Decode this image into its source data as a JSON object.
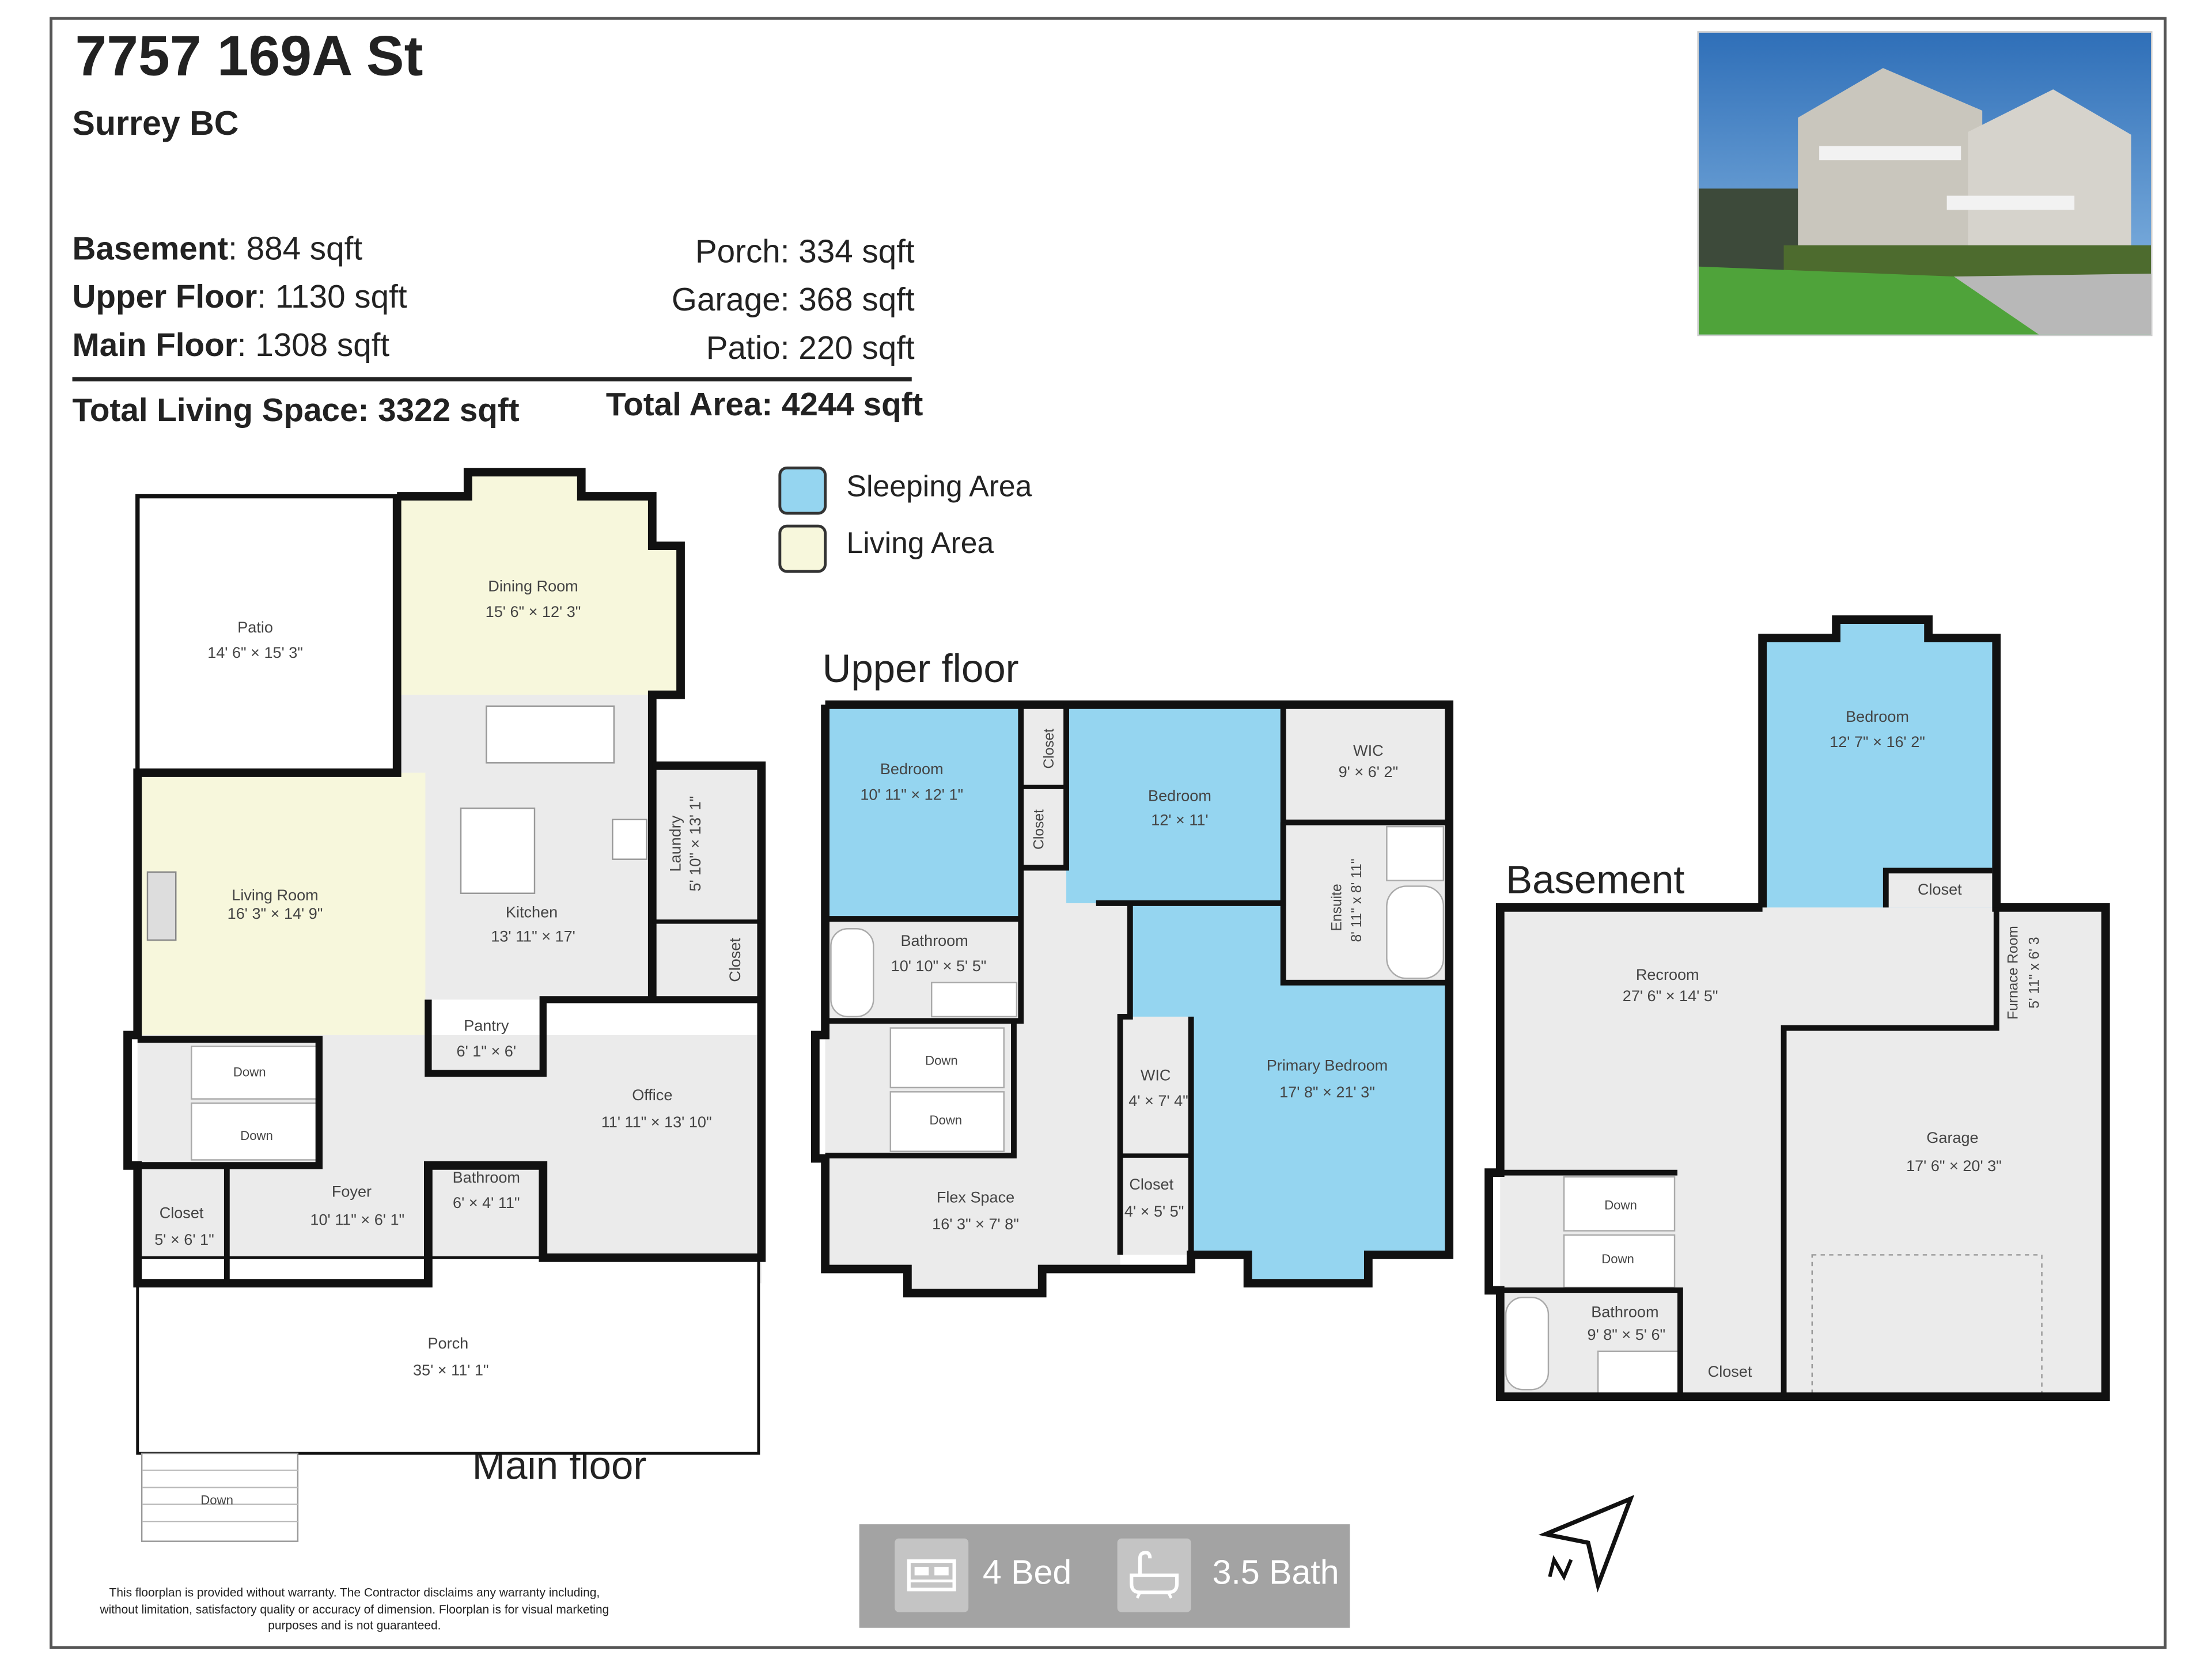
{
  "header": {
    "address": "7757 169A St",
    "city": "Surrey BC"
  },
  "areas": {
    "basement": {
      "label": "Basement",
      "value": ": 884 sqft"
    },
    "upper": {
      "label": "Upper Floor",
      "value": ": 1130 sqft"
    },
    "main": {
      "label": "Main Floor",
      "value": ": 1308 sqft"
    },
    "porch": "Porch: 334 sqft",
    "garage": "Garage: 368 sqft",
    "patio": "Patio: 220 sqft",
    "total_living": "Total Living Space: 3322 sqft",
    "total_area": "Total Area: 4244 sqft"
  },
  "legend": [
    {
      "label": "Sleeping Area",
      "color": "#95d5f0"
    },
    {
      "label": "Living Area",
      "color": "#f7f7dc"
    }
  ],
  "colors": {
    "sleeping": "#95d5f0",
    "living": "#f7f7dc",
    "other": "#ebebeb",
    "wall": "#111111"
  },
  "main_floor": {
    "label": "Main floor",
    "rooms": [
      {
        "name": "Patio",
        "dims": "14' 6\" × 15' 3\""
      },
      {
        "name": "Dining Room",
        "dims": "15' 6\" × 12' 3\""
      },
      {
        "name": "Living Room",
        "dims": "16' 3\" × 14' 9\""
      },
      {
        "name": "Kitchen",
        "dims": "13' 11\" × 17'"
      },
      {
        "name": "Laundry",
        "dims": "5' 10\" × 13' 1\""
      },
      {
        "name": "Closet",
        "dims": ""
      },
      {
        "name": "Pantry",
        "dims": "6' 1\" × 6'"
      },
      {
        "name": "Office",
        "dims": "11' 11\" × 13' 10\""
      },
      {
        "name": "Closet",
        "dims": "5' × 6' 1\""
      },
      {
        "name": "Foyer",
        "dims": "10' 11\" × 6' 1\""
      },
      {
        "name": "Bathroom",
        "dims": "6' × 4' 11\""
      },
      {
        "name": "Porch",
        "dims": "35' × 11' 1\""
      }
    ],
    "stairs": [
      "Down",
      "Down",
      "Down"
    ]
  },
  "upper_floor": {
    "label": "Upper floor",
    "rooms": [
      {
        "name": "Bedroom",
        "dims": "10' 11\" × 12' 1\""
      },
      {
        "name": "Closet",
        "dims": ""
      },
      {
        "name": "Closet",
        "dims": ""
      },
      {
        "name": "Bedroom",
        "dims": "12' × 11'"
      },
      {
        "name": "WIC",
        "dims": "9' × 6' 2\""
      },
      {
        "name": "Ensuite",
        "dims": "8' 11\" x 8' 11\""
      },
      {
        "name": "Bathroom",
        "dims": "10' 10\" × 5' 5\""
      },
      {
        "name": "WIC",
        "dims": "4' × 7' 4\""
      },
      {
        "name": "Primary Bedroom",
        "dims": "17' 8\" × 21' 3\""
      },
      {
        "name": "Closet",
        "dims": "4' × 5' 5\""
      },
      {
        "name": "Flex Space",
        "dims": "16' 3\" × 7' 8\""
      }
    ],
    "stairs": [
      "Down",
      "Down"
    ]
  },
  "basement": {
    "label": "Basement",
    "rooms": [
      {
        "name": "Bedroom",
        "dims": "12' 7\" × 16' 2\""
      },
      {
        "name": "Closet",
        "dims": ""
      },
      {
        "name": "Recroom",
        "dims": "27' 6\" × 14' 5\""
      },
      {
        "name": "Furnace Room",
        "dims": "5' 11\" x 6' 3"
      },
      {
        "name": "Garage",
        "dims": "17' 6\" × 20' 3\""
      },
      {
        "name": "Bathroom",
        "dims": "9' 8\" × 5' 6\""
      },
      {
        "name": "Closet",
        "dims": ""
      }
    ],
    "stairs": [
      "Down",
      "Down"
    ]
  },
  "summary": {
    "beds": "4 Bed",
    "baths": "3.5 Bath",
    "bed_icon": "bed-icon",
    "bath_icon": "bathtub-icon"
  },
  "compass_icon": "north-arrow-icon",
  "disclaimer": "This floorplan is provided without warranty. The Contractor disclaims any warranty including, without limitation, satisfactory quality or accuracy of dimension. Floorplan is for visual marketing purposes and is not guaranteed."
}
